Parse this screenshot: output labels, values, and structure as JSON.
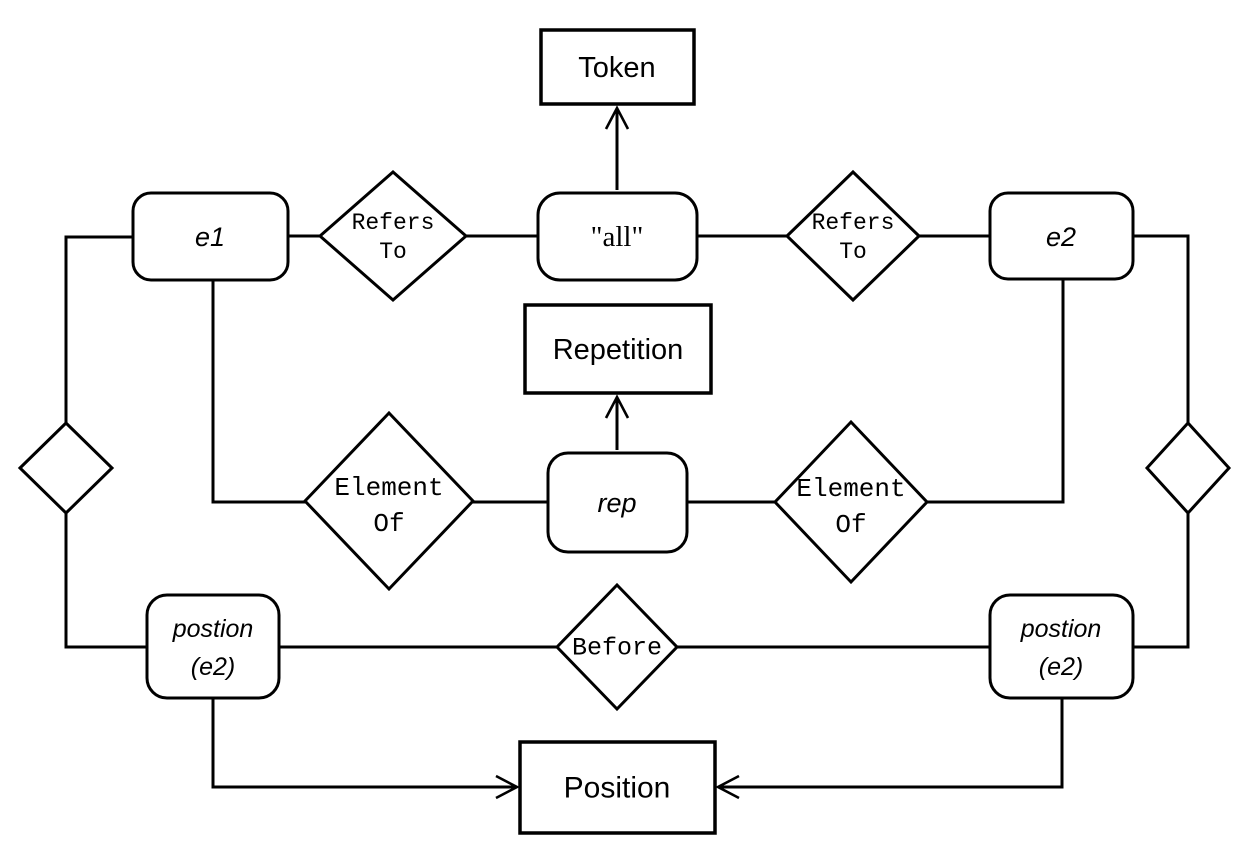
{
  "diagram": {
    "type": "entity-relationship-diagram",
    "colors": {
      "ink": "#000000",
      "background": "#ffffff"
    },
    "nodes": {
      "token": {
        "label": "Token",
        "shape": "rectangle"
      },
      "e1": {
        "label": "e1",
        "shape": "rounded-rectangle"
      },
      "all": {
        "label": "\"all\"",
        "shape": "rounded-rectangle"
      },
      "e2": {
        "label": "e2",
        "shape": "rounded-rectangle"
      },
      "repetition": {
        "label": "Repetition",
        "shape": "rectangle"
      },
      "rep": {
        "label": "rep",
        "shape": "rounded-rectangle"
      },
      "postion_e2_left": {
        "line1": "postion",
        "line2": "(e2)",
        "shape": "rounded-rectangle"
      },
      "postion_e2_right": {
        "line1": "postion",
        "line2": "(e2)",
        "shape": "rounded-rectangle"
      },
      "position": {
        "label": "Position",
        "shape": "rectangle"
      }
    },
    "relationships": {
      "refers_to_left": {
        "line1": "Refers",
        "line2": "To",
        "shape": "diamond"
      },
      "refers_to_right": {
        "line1": "Refers",
        "line2": "To",
        "shape": "diamond"
      },
      "element_of_left": {
        "line1": "Element",
        "line2": "Of",
        "shape": "diamond"
      },
      "element_of_right": {
        "line1": "Element",
        "line2": "Of",
        "shape": "diamond"
      },
      "before": {
        "label": "Before",
        "shape": "diamond"
      },
      "anonymous_left": {
        "label": "",
        "shape": "diamond"
      },
      "anonymous_right": {
        "label": "",
        "shape": "diamond"
      }
    },
    "edges": [
      "e1 - RefersTo - all",
      "all - RefersTo - e2",
      "all -> Token",
      "rep -> Repetition",
      "e1 - ElementOf - rep",
      "rep - ElementOf - e2",
      "e1 - anonymous - postion(e2) left",
      "e2 - anonymous - postion(e2) right",
      "postion(e2) left - Before - postion(e2) right",
      "postion(e2) left -> Position",
      "postion(e2) right -> Position"
    ]
  }
}
